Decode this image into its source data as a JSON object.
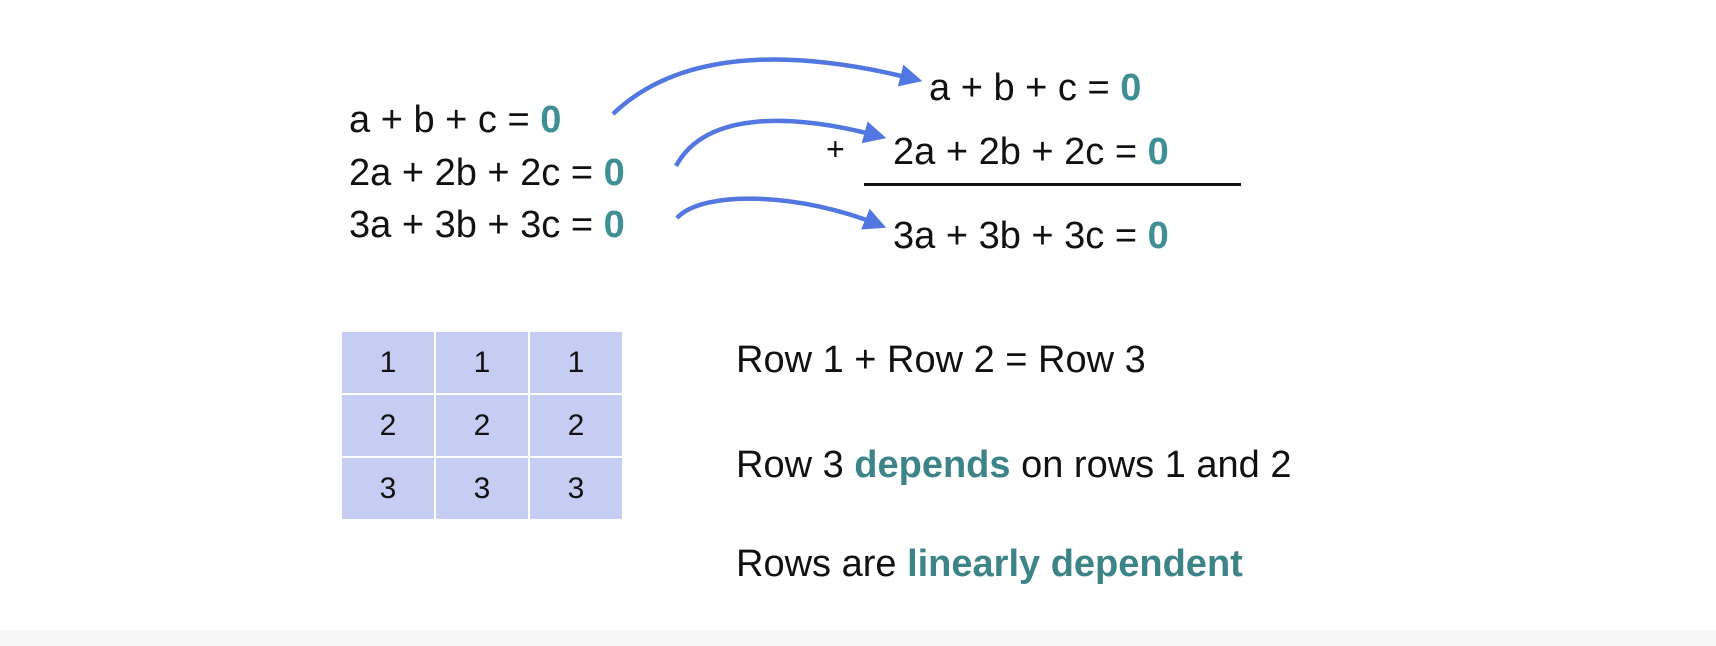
{
  "left_equations": [
    {
      "lhs": "a + b + c = ",
      "rhs": "0"
    },
    {
      "lhs": "2a + 2b + 2c = ",
      "rhs": "0"
    },
    {
      "lhs": "3a + 3b + 3c = ",
      "rhs": "0"
    }
  ],
  "right_sum": {
    "plus_sign": "+",
    "equations": [
      {
        "lhs": "a + b + c = ",
        "rhs": "0"
      },
      {
        "lhs": "2a + 2b + 2c = ",
        "rhs": "0"
      },
      {
        "lhs": "3a + 3b + 3c = ",
        "rhs": "0"
      }
    ]
  },
  "matrix": {
    "rows": [
      [
        "1",
        "1",
        "1"
      ],
      [
        "2",
        "2",
        "2"
      ],
      [
        "3",
        "3",
        "3"
      ]
    ]
  },
  "statements": {
    "line1": "Row 1 + Row 2 = Row 3",
    "line2": {
      "before": "Row 3 ",
      "highlight": "depends",
      "after": " on rows 1 and 2"
    },
    "line3": {
      "before": "Rows are ",
      "highlight": "linearly dependent"
    }
  },
  "colors": {
    "zero": "#3f9095",
    "highlight": "#3d8488",
    "arrow": "#5277e0",
    "matrix_fill": "#c6cdf2",
    "text": "#111111"
  }
}
